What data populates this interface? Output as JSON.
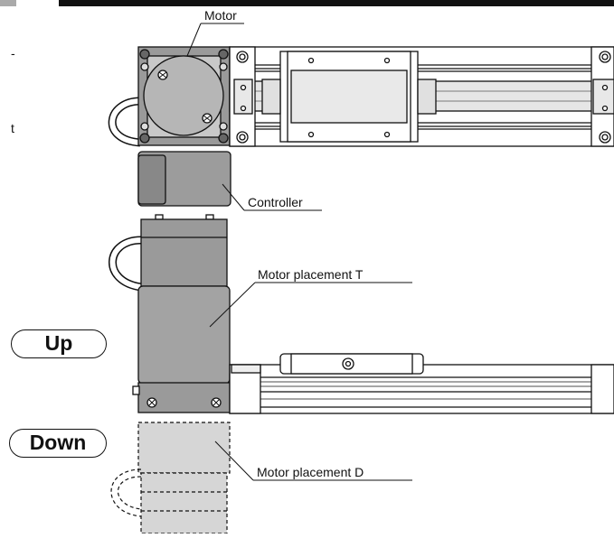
{
  "labels": {
    "motor": "Motor",
    "controller": "Controller",
    "placement_t": "Motor placement T",
    "placement_d": "Motor placement D"
  },
  "buttons": {
    "up": "Up",
    "down": "Down"
  },
  "fragments": {
    "left_dash": "-",
    "left_t": "t"
  }
}
